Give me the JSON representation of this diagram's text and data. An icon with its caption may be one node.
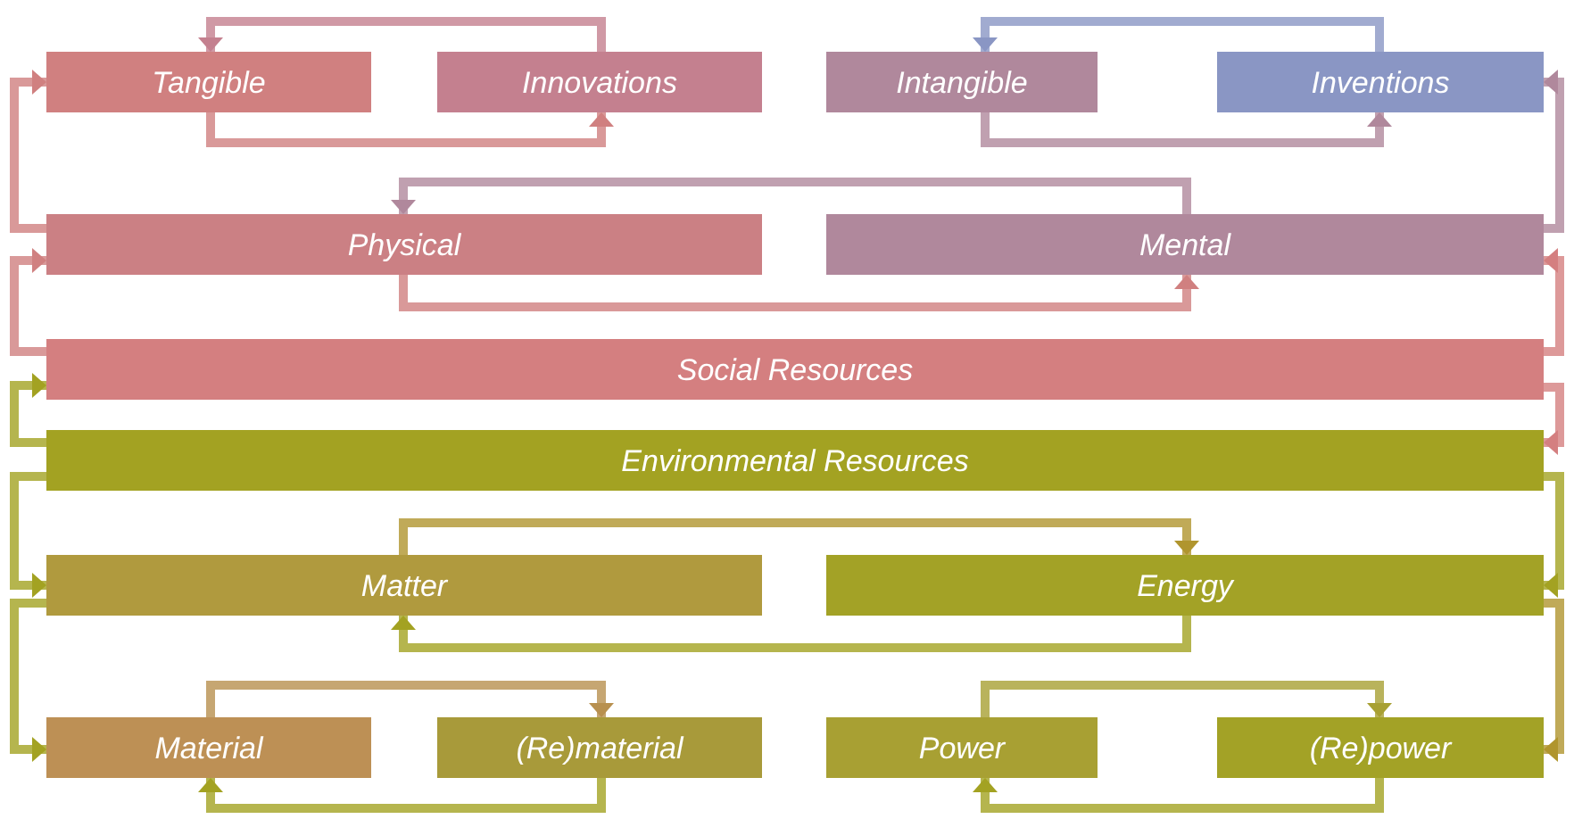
{
  "diagram": {
    "nodes": [
      {
        "text": [
          "Tangible"
        ]
      },
      {
        "text": [
          "Innovations"
        ]
      },
      {
        "text": [
          "Intangible"
        ]
      },
      {
        "text": [
          "Inventions"
        ]
      },
      {
        "text": [
          "Physical"
        ]
      },
      {
        "text": [
          "Mental"
        ]
      },
      {
        "text": [
          "Social Resources"
        ]
      },
      {
        "text": [
          "Environmental Resources"
        ]
      },
      {
        "text": [
          "Matter"
        ]
      },
      {
        "text": [
          "Energy"
        ]
      },
      {
        "text": [
          "Material"
        ]
      },
      {
        "text": [
          "(Re)material"
        ]
      },
      {
        "text": [
          "Power"
        ]
      },
      {
        "text": [
          "(Re)power"
        ]
      }
    ],
    "edges": [
      {
        "from": 1,
        "to": 0,
        "arrow": "to",
        "color": "#c4808f"
      },
      {
        "from": 0,
        "to": 1,
        "arrow": "to",
        "color": "#d08080"
      },
      {
        "from": 3,
        "to": 2,
        "arrow": "to",
        "color": "#8a96c4"
      },
      {
        "from": 2,
        "to": 3,
        "arrow": "to",
        "color": "#b0889c"
      },
      {
        "from": 5,
        "to": 4,
        "arrow": "to",
        "color": "#b0889c"
      },
      {
        "from": 4,
        "to": 5,
        "arrow": "to",
        "color": "#d08080"
      },
      {
        "from": 4,
        "to": 0,
        "arrow": "to",
        "color": "#d08080"
      },
      {
        "from": 6,
        "to": 4,
        "arrow": "to",
        "color": "#d08080"
      },
      {
        "from": 5,
        "to": 3,
        "arrow": "to",
        "color": "#b0889c"
      },
      {
        "from": 6,
        "to": 5,
        "arrow": "to",
        "color": "#d47f80"
      },
      {
        "from": 6,
        "to": 7,
        "arrow": "to",
        "color": "#d47f80"
      },
      {
        "from": 7,
        "to": 6,
        "arrow": "to",
        "color": "#a3a222"
      },
      {
        "from": 7,
        "to": 8,
        "arrow": "to",
        "color": "#a3a222"
      },
      {
        "from": 8,
        "to": 10,
        "arrow": "to",
        "color": "#a3a222"
      },
      {
        "from": 7,
        "to": 9,
        "arrow": "to",
        "color": "#a3a222"
      },
      {
        "from": 9,
        "to": 13,
        "arrow": "to",
        "color": "#b0952e"
      },
      {
        "from": 8,
        "to": 9,
        "arrow": "to",
        "color": "#b0952e"
      },
      {
        "from": 9,
        "to": 8,
        "arrow": "to",
        "color": "#a3a222"
      },
      {
        "from": 10,
        "to": 11,
        "arrow": "to",
        "color": "#b8904f"
      },
      {
        "from": 11,
        "to": 10,
        "arrow": "to",
        "color": "#a3a222"
      },
      {
        "from": 12,
        "to": 13,
        "arrow": "to",
        "color": "#a8a033"
      },
      {
        "from": 13,
        "to": 12,
        "arrow": "to",
        "color": "#a3a222"
      }
    ]
  }
}
